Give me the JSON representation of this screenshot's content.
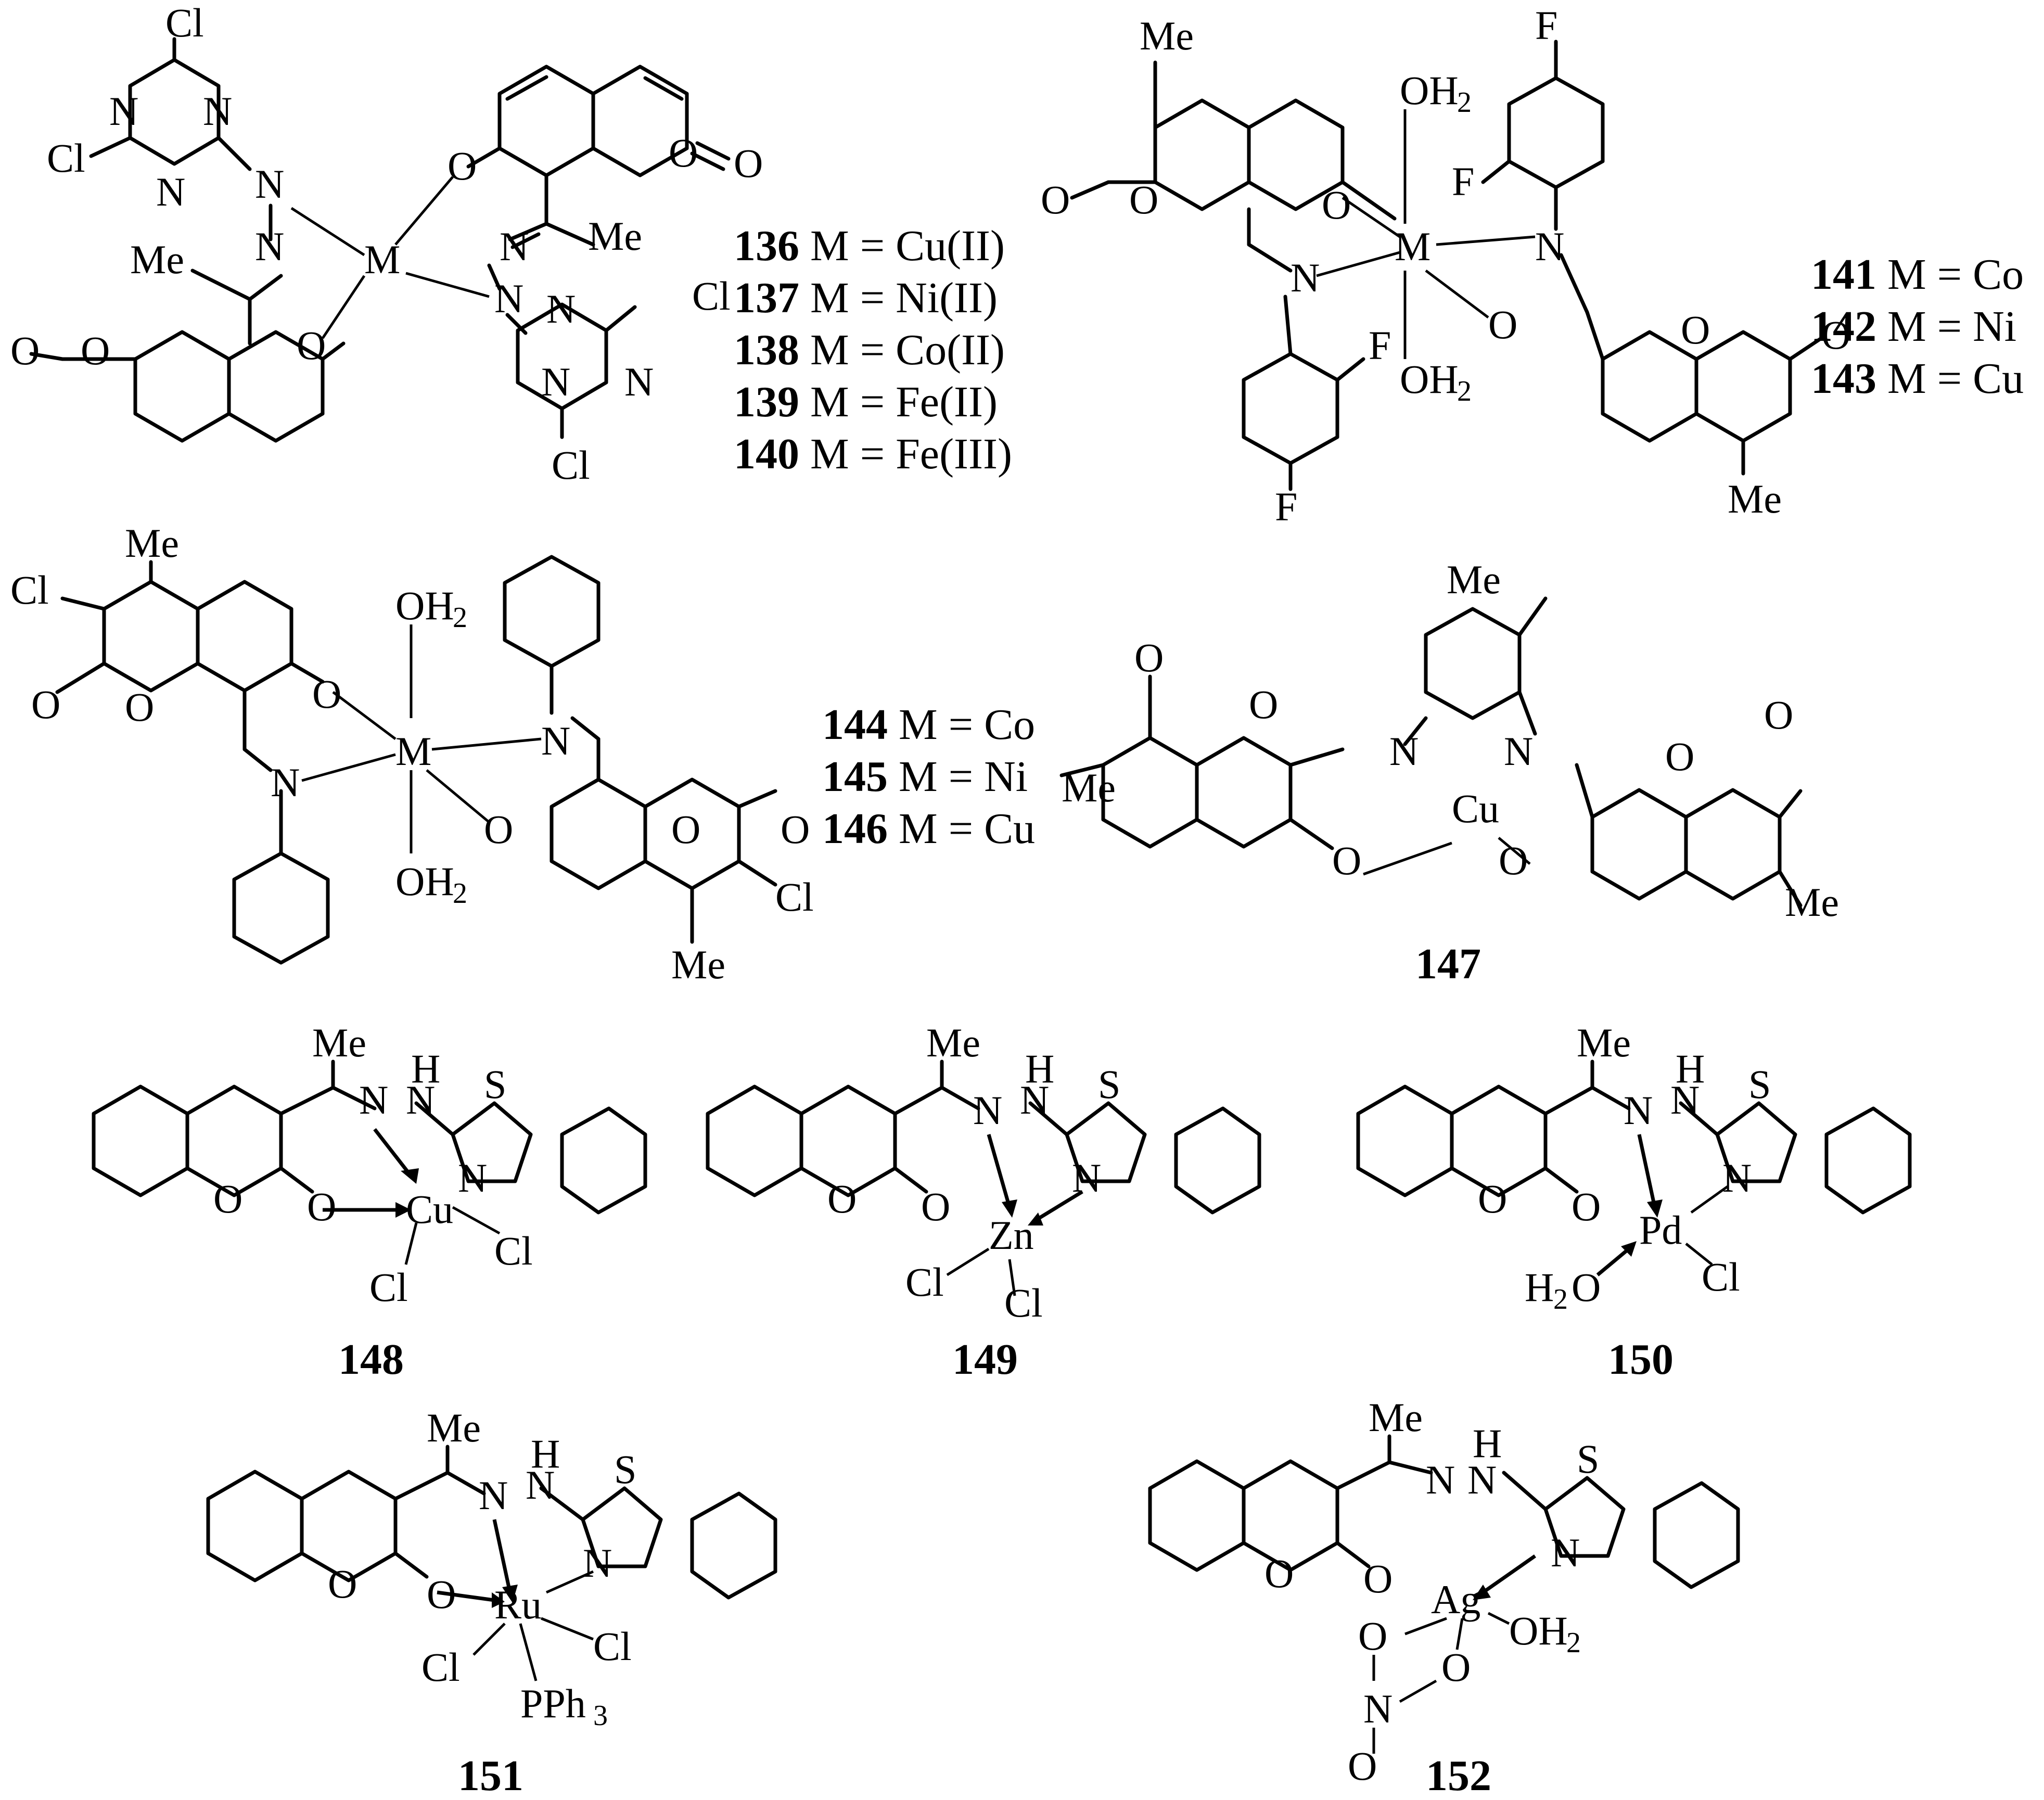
{
  "atoms": {
    "me": "Me",
    "cl": "Cl",
    "n": "N",
    "o": "O",
    "f": "F",
    "m": "M",
    "h": "H",
    "s": "S",
    "cu": "Cu",
    "zn": "Zn",
    "pd": "Pd",
    "ru": "Ru",
    "ag": "Ag",
    "oh2": "OH",
    "h2o": "H",
    "two": "2",
    "pph3": "PPh",
    "three": "3",
    "o_alt": "O"
  },
  "captions": [
    {
      "num": "136",
      "text": " M = Cu(II)"
    },
    {
      "num": "137",
      "text": " M = Ni(II)"
    },
    {
      "num": "138",
      "text": " M = Co(II)"
    },
    {
      "num": "139",
      "text": " M = Fe(II)"
    },
    {
      "num": "140",
      "text": " M = Fe(III)"
    },
    {
      "num": "141",
      "text": " M = Co"
    },
    {
      "num": "142",
      "text": " M = Ni"
    },
    {
      "num": "143",
      "text": " M = Cu"
    },
    {
      "num": "144",
      "text": " M = Co"
    },
    {
      "num": "145",
      "text": " M = Ni"
    },
    {
      "num": "146",
      "text": " M = Cu"
    }
  ],
  "labels": [
    "147",
    "148",
    "149",
    "150",
    "151",
    "152"
  ]
}
